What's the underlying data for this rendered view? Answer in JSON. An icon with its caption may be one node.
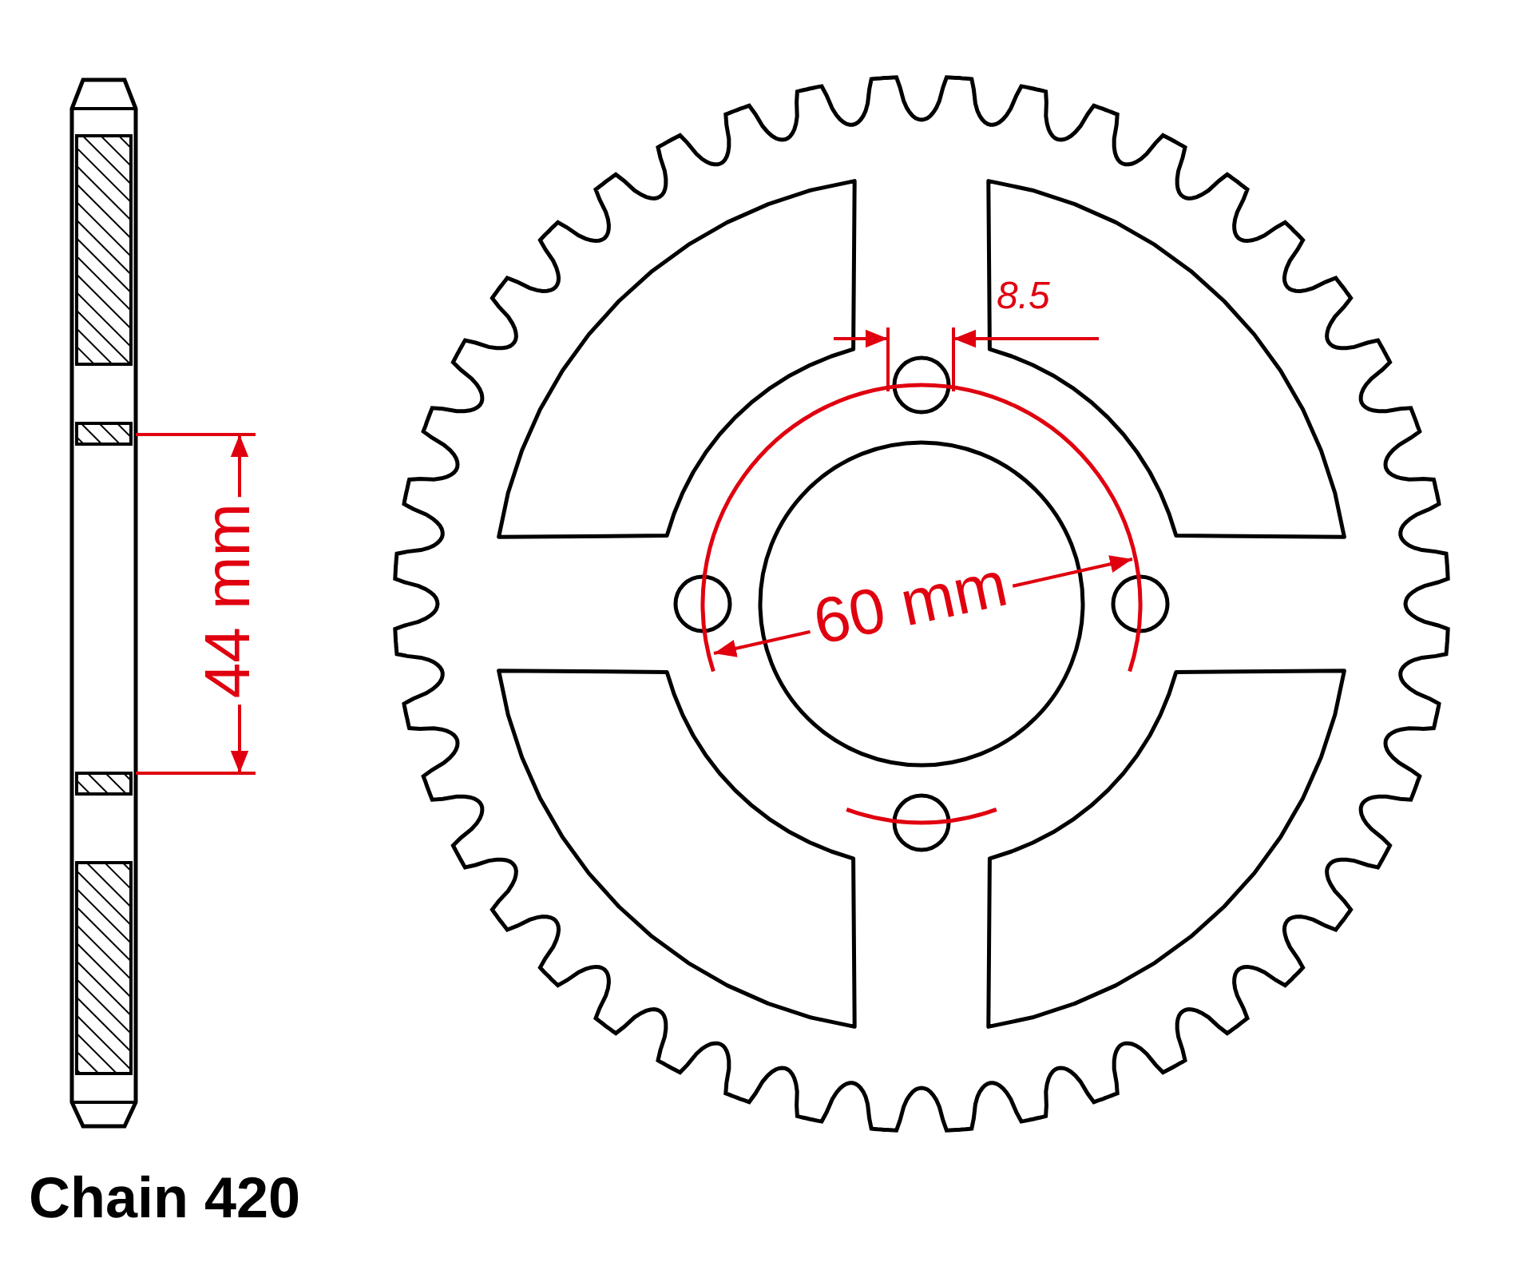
{
  "diagram": {
    "labels": [
      "8.5",
      "60 mm",
      "44 mm",
      "Chain 420"
    ]
  }
}
